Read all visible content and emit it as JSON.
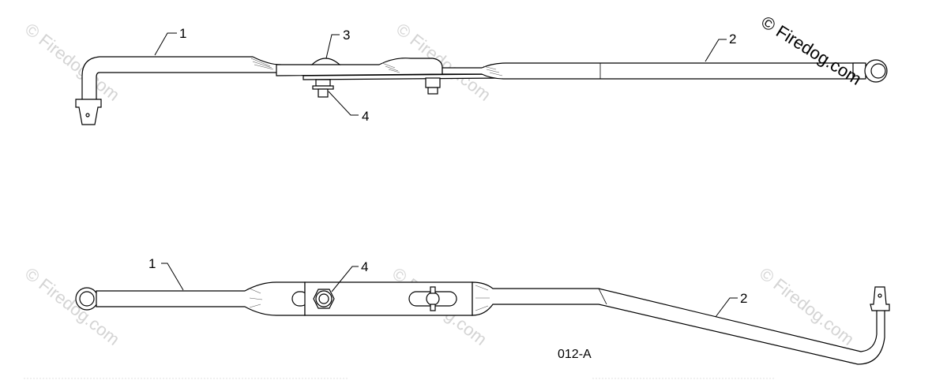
{
  "callouts": {
    "top_1": "1",
    "top_2": "2",
    "top_3": "3",
    "top_4": "4",
    "bottom_1": "1",
    "bottom_2": "2",
    "bottom_4": "4"
  },
  "figure_id": "012-A",
  "watermark": {
    "main": "© Firedog.com",
    "faint": "© Firedog.com"
  }
}
